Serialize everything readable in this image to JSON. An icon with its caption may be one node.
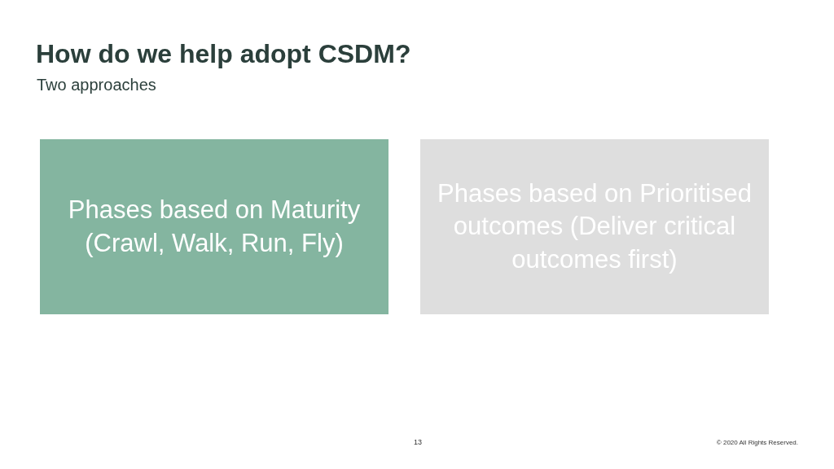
{
  "diagram": {
    "title": "How do we help adopt CSDM?",
    "nodes": [
      {
        "text": [
          "Phases based on Maturity (Crawl, Walk, Run, Fly)"
        ]
      },
      {
        "text": [
          "Phases based on Prioritised outcomes (Deliver critical outcomes first)"
        ]
      }
    ],
    "labels": [
      "Two approaches",
      "13",
      "© 2020 All Rights Reserved."
    ]
  }
}
